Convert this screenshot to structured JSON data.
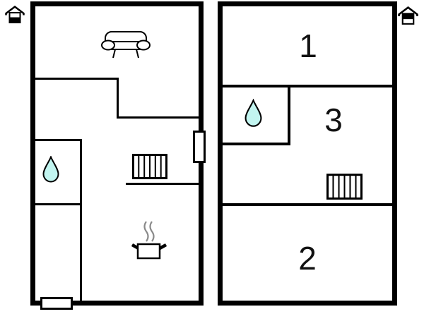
{
  "floor_plan": {
    "left_unit": {
      "floor_indicator_icon": "house-ground-floor-icon",
      "features": [
        "sofa",
        "water-drop",
        "radiator",
        "stove-with-steam",
        "door-window-right",
        "window-bottom"
      ]
    },
    "right_unit": {
      "floor_indicator_icon": "house-upper-floor-icon",
      "rooms": [
        {
          "label": "1"
        },
        {
          "label": "3"
        },
        {
          "label": "2"
        }
      ],
      "features": [
        "water-drop",
        "radiator"
      ]
    }
  },
  "colors": {
    "wall": "#000000",
    "background": "#ffffff",
    "water_drop_fill": "#c2f5f0",
    "water_drop_stroke": "#000000",
    "steam": "#8a8a8a"
  }
}
